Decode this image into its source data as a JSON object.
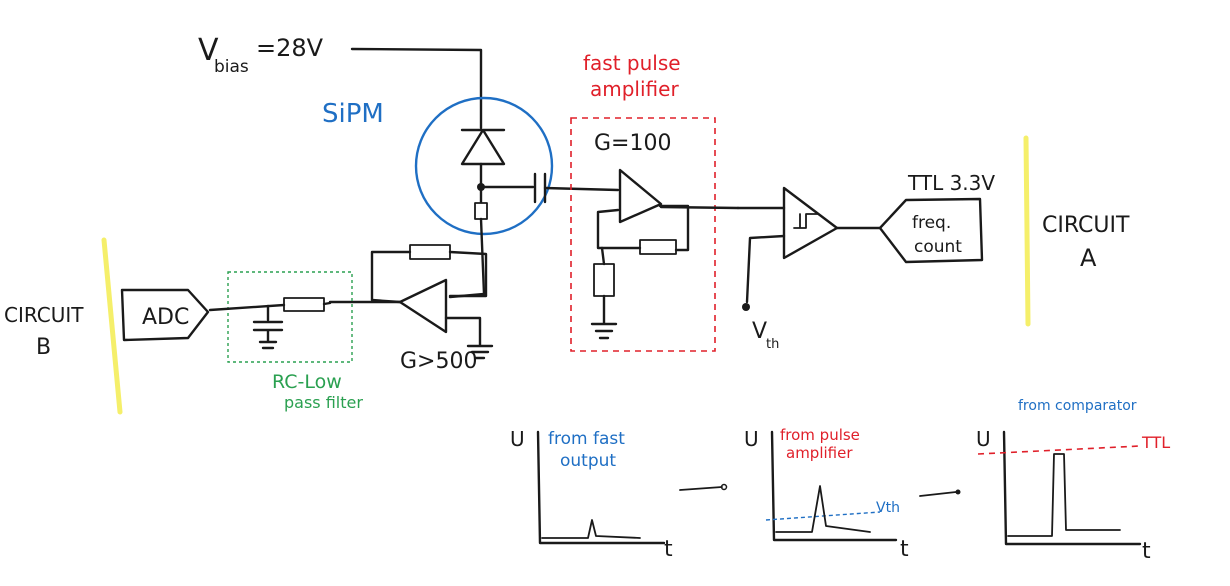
{
  "labels": {
    "vbias_v": "V",
    "vbias_sub": "bias",
    "vbias_val": "=28V",
    "sipm": "SiPM",
    "fast_pulse_line1": "fast pulse",
    "fast_pulse_line2": "amplifier",
    "gain_100": "G=100",
    "ttl": "TTL 3.3V",
    "freq_line1": "freq.",
    "freq_line2": "count",
    "circuit_a_line1": "CIRCUIT",
    "circuit_a_line2": "A",
    "circuit_b_line1": "CIRCUIT",
    "circuit_b_line2": "B",
    "adc": "ADC",
    "gain_500": "G>500",
    "rc_line1": "RC-Low",
    "rc_line2": "pass filter",
    "vth_v": "V",
    "vth_sub": "th"
  },
  "plots": [
    {
      "ylabel": "U",
      "xlabel": "t",
      "note_line1": "from fast",
      "note_line2": "output"
    },
    {
      "ylabel": "U",
      "xlabel": "t",
      "note_line1": "from pulse",
      "note_line2": "amplifier",
      "threshold": "Vth"
    },
    {
      "ylabel": "U",
      "xlabel": "t",
      "note_line1": "from comparator",
      "level": "TTL"
    }
  ],
  "colors": {
    "ink": "#1a1a1a",
    "blue": "#1f6fc4",
    "red": "#e0202a",
    "green": "#2aa050",
    "yellow": "#f5ef6a"
  }
}
